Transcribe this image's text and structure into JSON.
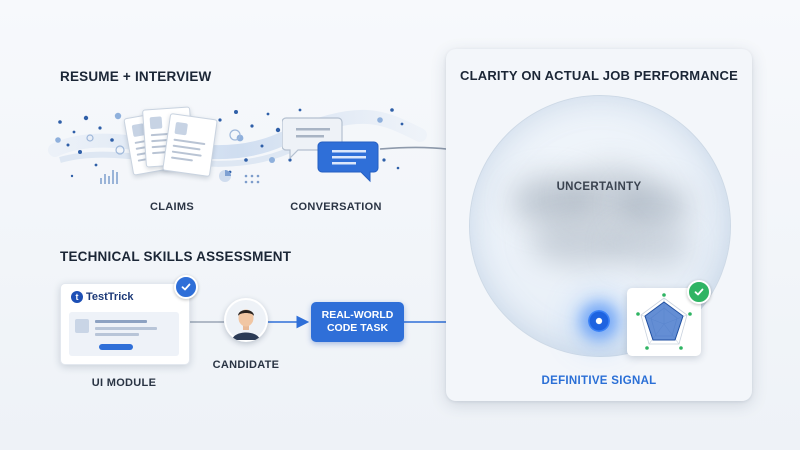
{
  "resume_section": {
    "title": "RESUME + INTERVIEW",
    "claims_label": "CLAIMS",
    "conversation_label": "CONVERSATION"
  },
  "skills_section": {
    "title": "TECHNICAL SKILLS ASSESSMENT",
    "brand": "TestTrick",
    "brand_mark": "t",
    "ui_module_label": "UI MODULE",
    "candidate_label": "CANDIDATE",
    "task_label_line1": "REAL-WORLD",
    "task_label_line2": "CODE TASK"
  },
  "outcome_panel": {
    "title": "CLARITY ON ACTUAL JOB PERFORMANCE",
    "uncertainty_label": "UNCERTAINTY",
    "signal_label": "DEFINITIVE SIGNAL"
  },
  "colors": {
    "accent_blue": "#2f6fd8",
    "signal_blue": "#2a6fd6",
    "check_green": "#2fb463",
    "verified_blue": "#2f6fd8"
  },
  "icons": [
    "document-icon",
    "chat-bubble-icon",
    "check-badge-icon",
    "person-icon",
    "radar-chart-icon",
    "arrow-right-icon"
  ]
}
